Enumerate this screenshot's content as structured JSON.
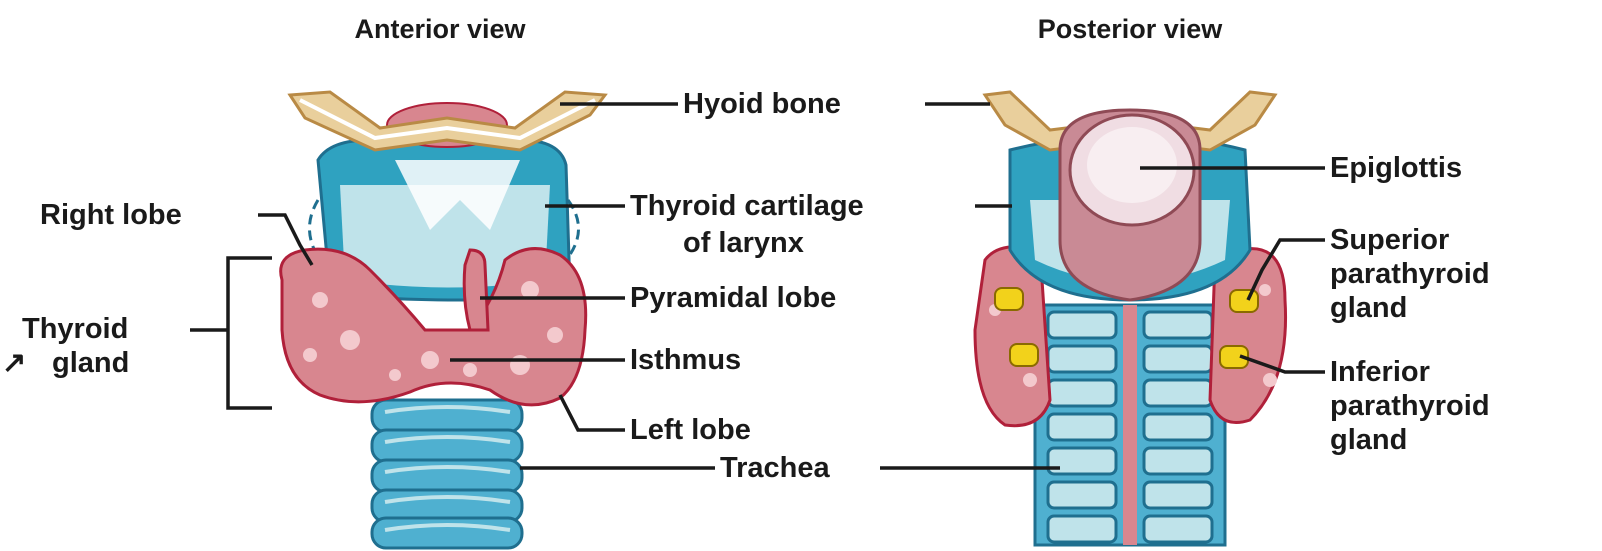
{
  "views": {
    "anterior": {
      "title": "Anterior view"
    },
    "posterior": {
      "title": "Posterior view"
    }
  },
  "labels": {
    "hyoid_bone": "Hyoid bone",
    "thyroid_cartilage_line1": "Thyroid cartilage",
    "thyroid_cartilage_line2": "of larynx",
    "right_lobe": "Right lobe",
    "thyroid_gland_line1": "Thyroid",
    "thyroid_gland_line2": "gland",
    "pyramidal_lobe": "Pyramidal lobe",
    "isthmus": "Isthmus",
    "left_lobe": "Left lobe",
    "trachea": "Trachea",
    "epiglottis": "Epiglottis",
    "superior_parathyroid_line1": "Superior",
    "superior_parathyroid_line2": "parathyroid",
    "superior_parathyroid_line3": "gland",
    "inferior_parathyroid_line1": "Inferior",
    "inferior_parathyroid_line2": "parathyroid",
    "inferior_parathyroid_line3": "gland"
  },
  "colors": {
    "bone": "#e9cf9c",
    "cartilage": "#2fa2c0",
    "cartilage_light": "#bfe3ea",
    "gland": "#d8868f",
    "gland_dark": "#b0203a",
    "epiglottis": "#c98a95",
    "parathyroid": "#f2d21b",
    "trachea_ring": "#4fb0d0"
  }
}
